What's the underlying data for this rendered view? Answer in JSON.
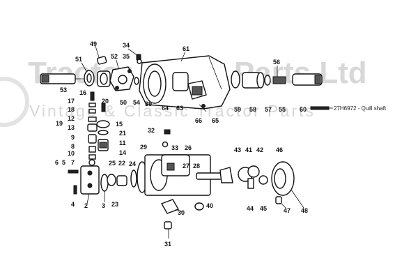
{
  "watermark": {
    "title": "Tractor Spare Parts Ltd",
    "subtitle": "Vintage & Classic Tractor Parts"
  },
  "callout": {
    "text": "27H6972 - Quill shaft"
  },
  "part_numbers": [
    "49",
    "34",
    "35",
    "61",
    "51",
    "52",
    "53",
    "50",
    "54",
    "39",
    "64",
    "63",
    "66",
    "65",
    "59",
    "58",
    "57",
    "56",
    "55",
    "60",
    "16",
    "17",
    "18",
    "12",
    "19",
    "13",
    "9",
    "8",
    "10",
    "7",
    "6",
    "5",
    "4",
    "2",
    "3",
    "20",
    "15",
    "21",
    "11",
    "14",
    "25",
    "22",
    "23",
    "24",
    "29",
    "32",
    "33",
    "26",
    "27",
    "28",
    "30",
    "31",
    "40",
    "43",
    "41",
    "42",
    "46",
    "44",
    "45",
    "47",
    "48"
  ]
}
